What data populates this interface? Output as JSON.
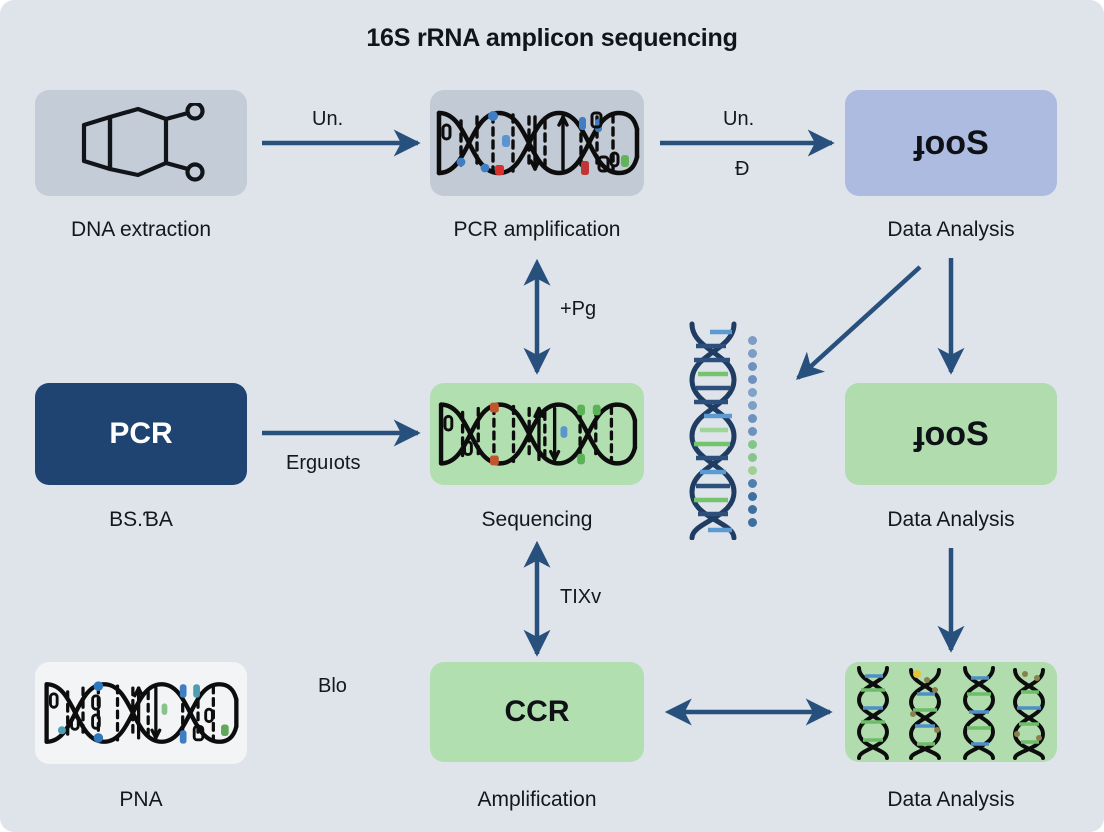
{
  "diagram": {
    "title": "16S rRNA amplicon sequencing",
    "background_color": "#dfe3ea",
    "arrow_color": "#28507d"
  },
  "nodes": [
    {
      "id": "dna-extraction",
      "caption": "DNA extraction",
      "box_label": "",
      "icon": "molecule-icon",
      "fill": "#c4ccd8"
    },
    {
      "id": "pcr-amplification",
      "caption": "PCR amplification",
      "box_label": "",
      "icon": "dna-helix-horizontal-icon",
      "fill": "#c2cad6"
    },
    {
      "id": "data-analysis-top",
      "caption": "Data Analysis",
      "box_label": "ɟooS",
      "icon": "",
      "fill": "#aebbe0"
    },
    {
      "id": "pcr",
      "caption": "BS.ƁA",
      "box_label": "PCR",
      "icon": "",
      "fill": "#1f4471"
    },
    {
      "id": "sequencing",
      "caption": "Sequencing",
      "box_label": "",
      "icon": "dna-helix-horizontal-icon",
      "fill": "#b2dfb0"
    },
    {
      "id": "data-analysis-middle",
      "caption": "Data Analysis",
      "box_label": "ɟooS",
      "icon": "",
      "fill": "#b0dcae"
    },
    {
      "id": "pna",
      "caption": "PNA",
      "box_label": "",
      "icon": "dna-helix-horizontal-icon",
      "fill": "#f3f4f6"
    },
    {
      "id": "amplification",
      "caption": "Amplification",
      "box_label": "CCR",
      "icon": "",
      "fill": "#b2dfb0"
    },
    {
      "id": "data-analysis-bottom",
      "caption": "Data Analysis",
      "box_label": "",
      "icon": "dna-helix-group-icon",
      "fill": "#b0dcae"
    }
  ],
  "edges": [
    {
      "id": "e1",
      "label_above": "Un.",
      "label_below": ""
    },
    {
      "id": "e2",
      "label_above": "Un.",
      "label_below": "Ð"
    },
    {
      "id": "e3",
      "label_above": "+Pg",
      "label_below": ""
    },
    {
      "id": "e4",
      "label_above": "Erguıots",
      "label_below": ""
    },
    {
      "id": "e5",
      "label_above": "TIXv",
      "label_below": ""
    },
    {
      "id": "e6",
      "label_above": "Blo",
      "label_below": ""
    },
    {
      "id": "e7",
      "label_above": "",
      "label_below": ""
    },
    {
      "id": "e8",
      "label_above": "",
      "label_below": ""
    },
    {
      "id": "e9",
      "label_above": "",
      "label_below": ""
    }
  ],
  "decoration": {
    "helix_icon": "dna-helix-vertical-icon",
    "dot_column": {
      "count": 15,
      "colors": [
        "#7e9dc4",
        "#7e9dc4",
        "#6e92bf",
        "#6e92bf",
        "#7fa2c6",
        "#7ba0c4",
        "#6e92bf",
        "#6e92bf",
        "#86c58a",
        "#86c58a",
        "#9fcf92",
        "#4f7fae",
        "#3f6f9f",
        "#3f6f9f",
        "#3f6f9f"
      ]
    }
  }
}
